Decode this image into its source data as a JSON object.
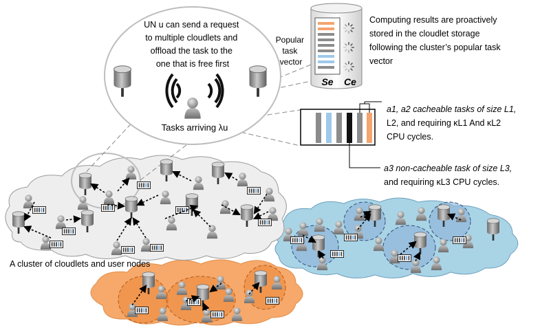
{
  "bubble_text": [
    "UN u can send a request",
    "to multiple cloudlets and",
    "offload the task to the",
    "one that is free first"
  ],
  "tasks_arriving_label": "Tasks  arriving λu",
  "popular_vector_label": [
    "Popular",
    "task",
    "vector"
  ],
  "storage_label_s": "Se",
  "storage_label_c": "Ce",
  "storage_note": [
    "Computing results are  proactively",
    "stored  in  the  cloudlet  storage",
    "following the cluster’s popular task",
    "vector"
  ],
  "cacheable_note": [
    "a1, a2 cacheable tasks of size L1,",
    "L2,  and  requiring   κL1  And  κL2",
    "CPU cycles."
  ],
  "noncacheable_note": [
    "a3 non-cacheable task of size L3,",
    "and requiring κL3 CPU cycles."
  ],
  "cluster_label": "A cluster of cloudlets and user nodes",
  "colors": {
    "cloud_gray": "#eeeeee",
    "cloud_blue": "#a9d4e6",
    "cloud_orange": "#f6a96a",
    "zone_blue": "#8fb3d9",
    "zone_orange": "#ef8a3c",
    "task_orange": "#f4a46e",
    "task_blue": "#9ec9ea",
    "task_gray": "#8c8c8c"
  },
  "icons": [
    "cloudlet-icon",
    "user-node-icon",
    "queue-icon",
    "wifi-signal-icon",
    "storage-cylinder-icon",
    "gear-spinner-icon"
  ]
}
